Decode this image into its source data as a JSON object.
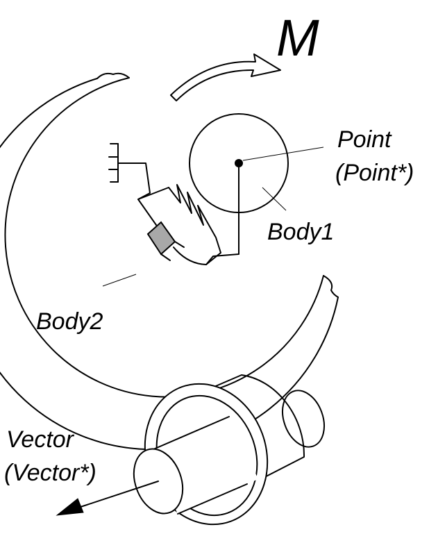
{
  "labels": {
    "moment": "M",
    "point": "Point",
    "point_star": "(Point*)",
    "body1": "Body1",
    "body2": "Body2",
    "vector": "Vector",
    "vector_star": "(Vector*)"
  },
  "colors": {
    "ink": "#000000",
    "background": "#ffffff",
    "damper_fill": "#a8a8a8"
  }
}
